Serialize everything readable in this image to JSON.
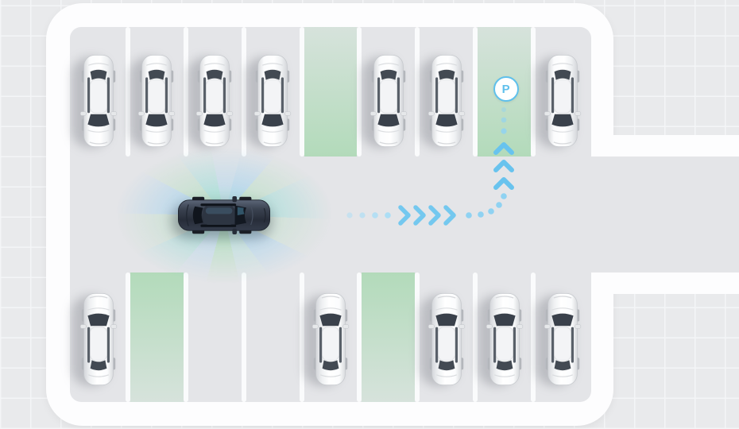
{
  "scene": {
    "description": "Top-down illustration of an automatic parking assistant: a dark ego car with a radial sensor field drives along a parking-lot lane while a dashed blue guidance path with chevron arrows leads to a free target parking spot marked with a circled P. Free spots are highlighted in green.",
    "visible_text": [
      "P"
    ]
  },
  "marker": {
    "label": "P"
  },
  "icons": {
    "target_spot": "circled-parking-P",
    "guidance": "dashed-path-with-chevron-arrows",
    "sensor": "radial-sensor-sweep"
  },
  "parking": {
    "row_top": {
      "spots": [
        "occupied",
        "occupied",
        "occupied",
        "occupied",
        "free",
        "occupied",
        "occupied",
        "target",
        "occupied"
      ]
    },
    "row_bottom": {
      "spots": [
        "occupied",
        "free",
        "open",
        "open",
        "occupied",
        "free",
        "occupied",
        "occupied",
        "occupied"
      ]
    }
  },
  "palette": {
    "pavement": "#e9eaec",
    "tile_line": "#f4f5f7",
    "curb": "#fdfdfe",
    "lot_surface": "#e4e5e8",
    "spot_divider": "#fafbfc",
    "free_spot_green": "#94d49e",
    "guidance_blue": "#5fc0ec",
    "guidance_blue_light": "#a9ddf6",
    "sensor_green": "#86d89c",
    "sensor_teal": "#74d8cc",
    "sensor_blue": "#7ac6f0",
    "parked_car_body": "#ffffff",
    "parked_car_glass": "#3c434c",
    "ego_body": "#323946",
    "ego_glass": "#10151d"
  }
}
